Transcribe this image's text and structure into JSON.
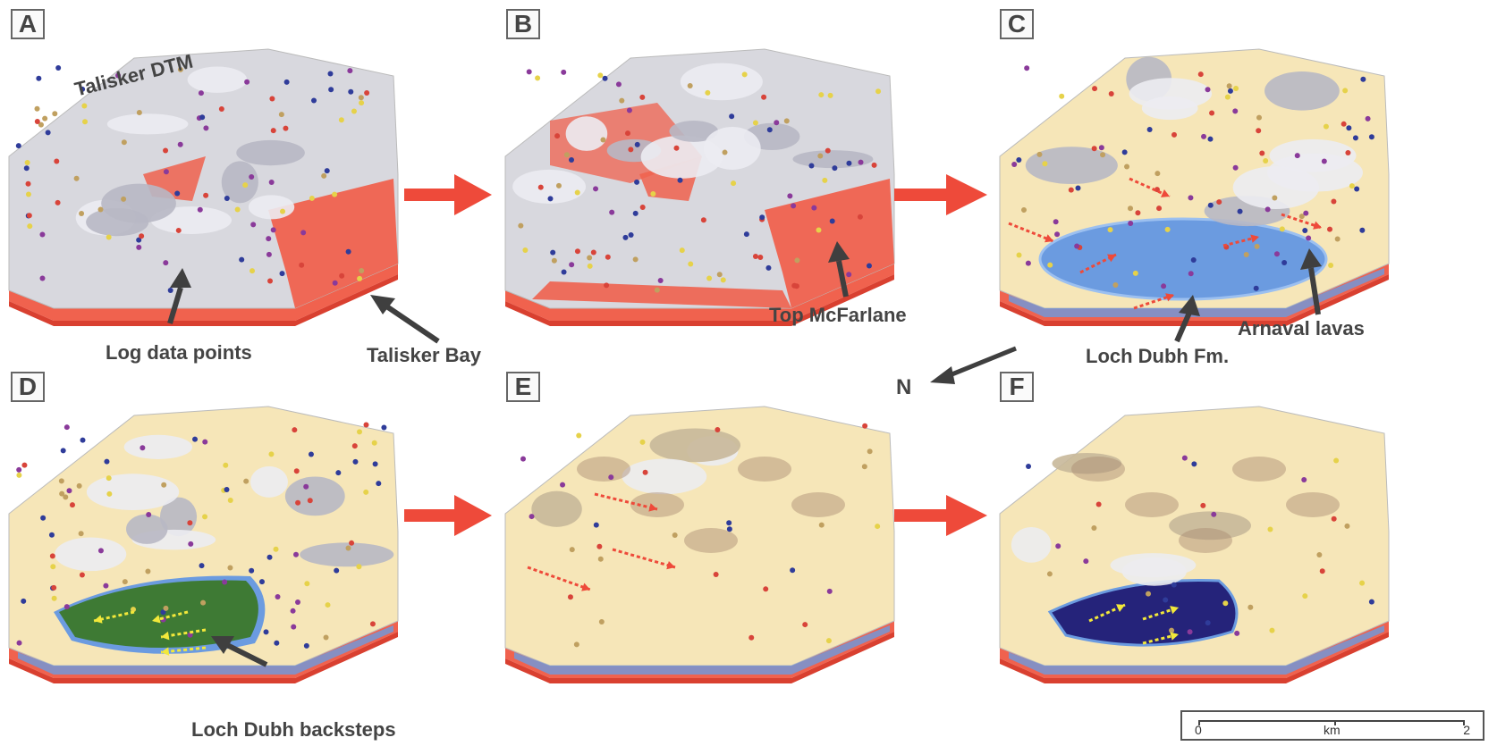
{
  "panels": [
    {
      "id": "A",
      "label": "A",
      "style": "base"
    },
    {
      "id": "B",
      "label": "B",
      "style": "mcfarlane"
    },
    {
      "id": "C",
      "label": "C",
      "style": "lake"
    },
    {
      "id": "D",
      "label": "D",
      "style": "green"
    },
    {
      "id": "E",
      "label": "E",
      "style": "buried"
    },
    {
      "id": "F",
      "label": "F",
      "style": "dark"
    }
  ],
  "annotations": {
    "talisker_dtm": "Talisker DTM",
    "log_data_points": "Log data points",
    "talisker_bay": "Talisker Bay",
    "top_mcfarlane": "Top McFarlane",
    "arnaval_lavas": "Arnaval lavas",
    "loch_dubh_fm": "Loch Dubh Fm.",
    "loch_dubh_backsteps": "Loch Dubh backsteps",
    "north": "N"
  },
  "scale_bar": {
    "start": "0",
    "unit": "km",
    "end": "2"
  },
  "colors": {
    "arrow_red": "#ee4a3a",
    "arrow_grey": "#3f3f3f",
    "terrain": "#d8d8de",
    "mcfarlane": "#f0624e",
    "sand": "#f6e6b8",
    "lake_blue": "#6b9be0",
    "green_fill": "#3e7a34",
    "dark_blue": "#25237a"
  }
}
